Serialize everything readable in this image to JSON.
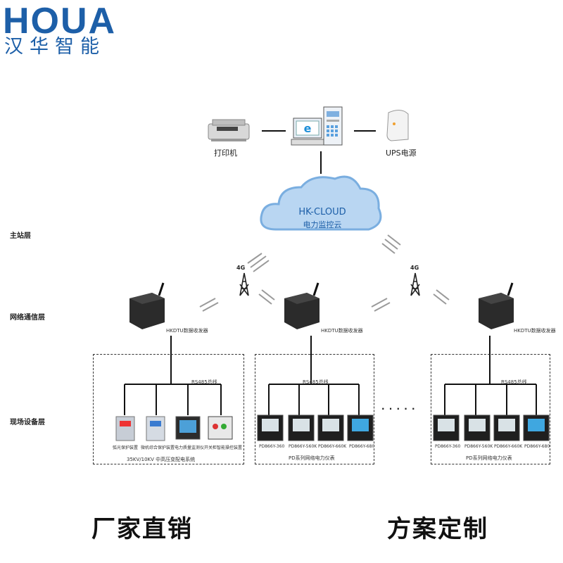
{
  "logo": {
    "en": "HOUA",
    "cn": "汉华智能"
  },
  "top_devices": {
    "printer": "打印机",
    "ups": "UPS电源"
  },
  "cloud": {
    "line1": "HK-CLOUD",
    "line2": "电力监控云"
  },
  "layers": {
    "master": "主站层",
    "network": "网络通信层",
    "field": "现场设备层"
  },
  "antenna_label": "4G",
  "transceiver_label": "HKDTU数据收发器",
  "bus_label": "RS485总线",
  "group1": {
    "devices": [
      "弧光保护装置",
      "微机综合保护装置",
      "电力质量监测仪",
      "开关柜智能操控装置"
    ],
    "caption": "35KV/10KV  中高压变配电系统"
  },
  "group2": {
    "devices": [
      "PD866Y-360",
      "PD866Y-560K",
      "PD866Y-660K",
      "PD866Y-680"
    ],
    "caption": "PD系列网络电力仪表"
  },
  "group3": {
    "devices": [
      "PD866Y-360",
      "PD866Y-560K",
      "PD866Y-660K",
      "PD866Y-680"
    ],
    "caption": "PD系列网络电力仪表"
  },
  "ellipsis": "· · · · ·",
  "footer": {
    "left": "厂家直销",
    "right": "方案定制"
  },
  "colors": {
    "brand": "#1d5fa8",
    "cloud": "#9fc4ea",
    "cloud_text": "#1d5fa8"
  }
}
